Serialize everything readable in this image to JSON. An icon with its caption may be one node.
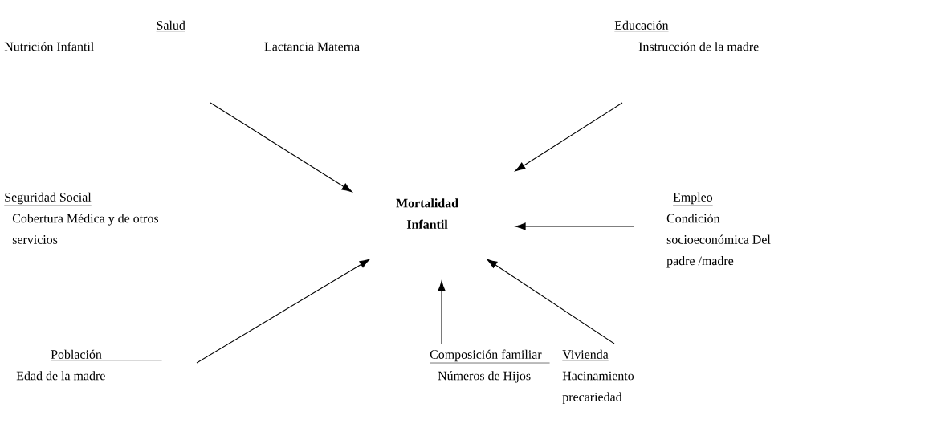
{
  "diagram": {
    "nodes": [
      {
        "text": [
          "Mortalidad Infantil"
        ]
      },
      {
        "text": [
          "Salud",
          "Nutrición Infantil",
          "Lactancia Materna"
        ]
      },
      {
        "text": [
          "Educación",
          "Instrucción de la madre"
        ]
      },
      {
        "text": [
          "Seguridad Social",
          "Cobertura Médica y de otros servicios"
        ]
      },
      {
        "text": [
          "Empleo",
          "Condición socioeconómica Del padre /madre"
        ]
      },
      {
        "text": [
          "Población",
          "Edad de la madre"
        ]
      },
      {
        "text": [
          "Composición familiar",
          "Números de Hijos"
        ]
      },
      {
        "text": [
          "Vivienda",
          "Hacinamiento precariedad"
        ]
      }
    ],
    "edges": [
      {
        "from": 1,
        "to": 0,
        "arrow": "to"
      },
      {
        "from": 2,
        "to": 0,
        "arrow": "to"
      },
      {
        "from": 4,
        "to": 0,
        "arrow": "to"
      },
      {
        "from": 7,
        "to": 0,
        "arrow": "to"
      },
      {
        "from": 6,
        "to": 0,
        "arrow": "to"
      },
      {
        "from": 5,
        "to": 0,
        "arrow": "to"
      }
    ]
  }
}
